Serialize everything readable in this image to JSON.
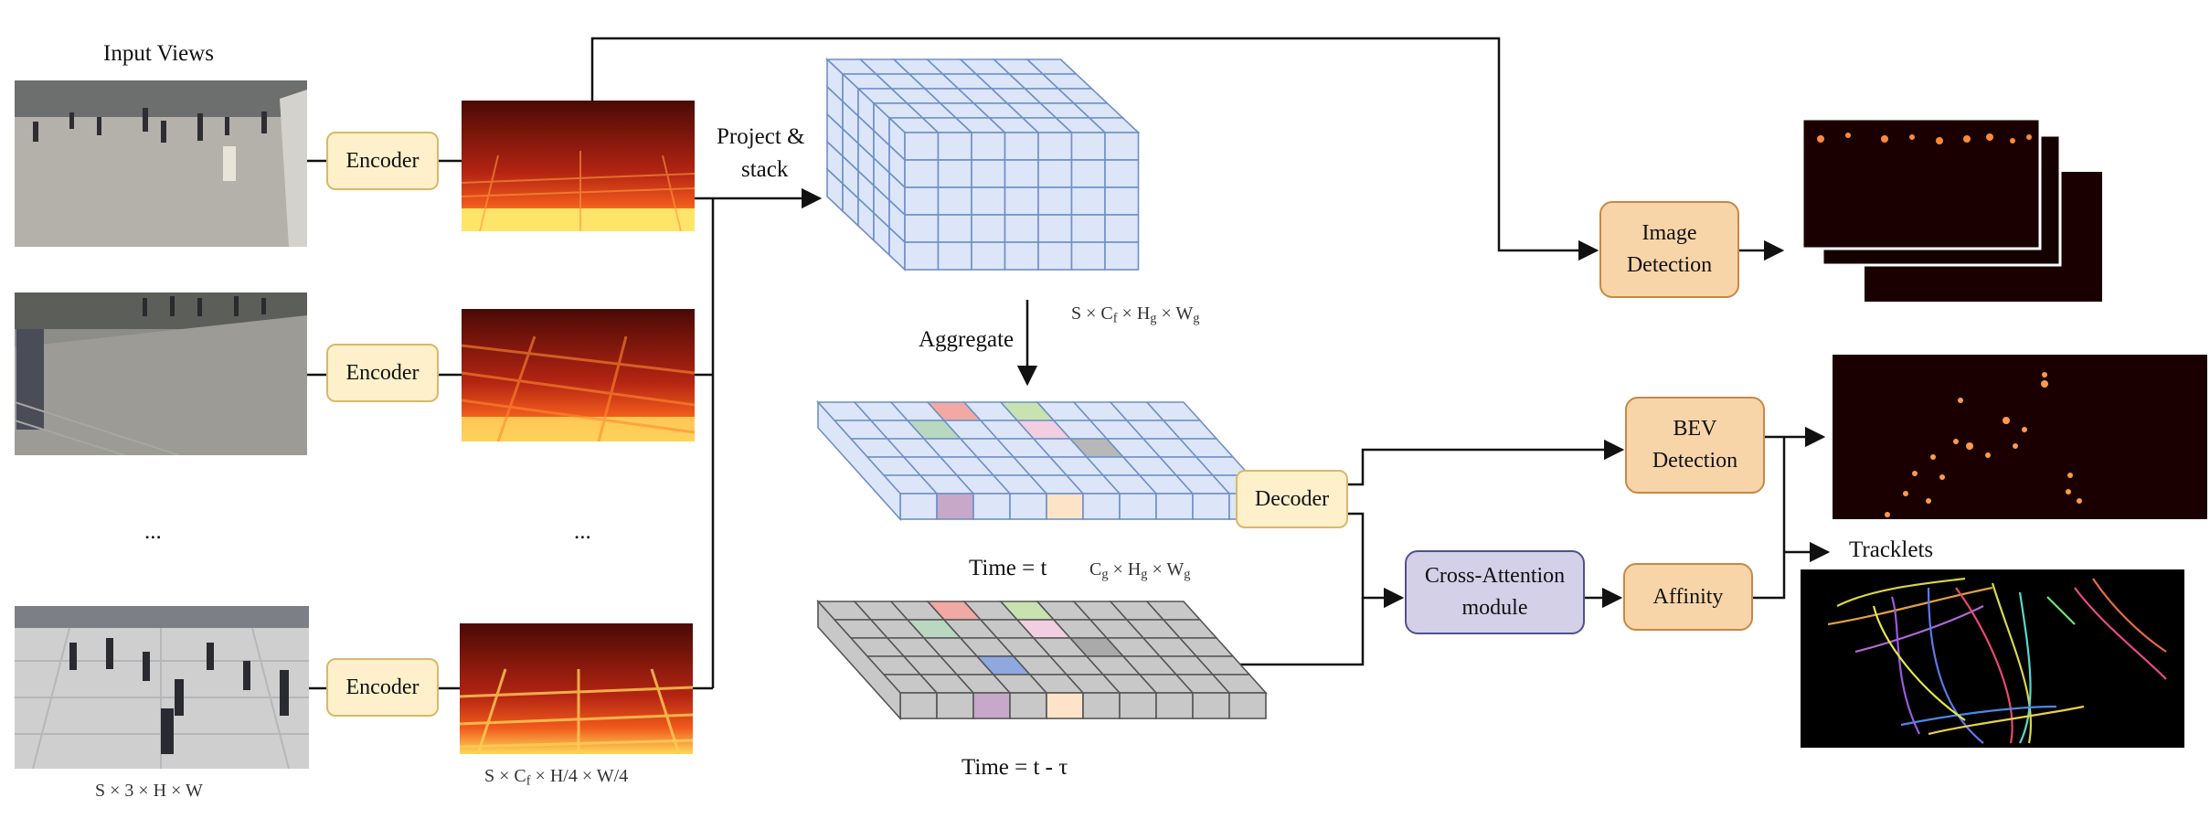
{
  "labels": {
    "input_views": "Input Views",
    "project_stack_1": "Project &",
    "project_stack_2": "stack",
    "aggregate": "Aggregate",
    "ellipsis_left": "...",
    "ellipsis_mid": "...",
    "time_t": "Time = t",
    "time_t_tau": "Time = t - τ",
    "tracklets": "Tracklets"
  },
  "dims": {
    "images": "S × 3 × H × W",
    "features": [
      "S × C",
      "f",
      " × H/4 × W/4"
    ],
    "grid_stack": [
      "S × C",
      "f",
      " × H",
      "g",
      " × W",
      "g"
    ],
    "bev": [
      "C",
      "g",
      " × H",
      "g",
      " × W",
      "g"
    ]
  },
  "modules": {
    "encoder": "Encoder",
    "decoder": "Decoder",
    "image_detection_1": "Image",
    "image_detection_2": "Detection",
    "bev_detection_1": "BEV",
    "bev_detection_2": "Detection",
    "cross_attention_1": "Cross-Attention",
    "cross_attention_2": "module",
    "affinity": "Affinity"
  },
  "colors": {
    "encoder_fill": "#fdf0cb",
    "head_fill": "#f8d5a9",
    "cross_fill": "#d4d0e8",
    "grid_blue": "#dce6f8",
    "grid_blue_stroke": "#6f8fc8",
    "grid_gray": "#c8c8c8"
  }
}
